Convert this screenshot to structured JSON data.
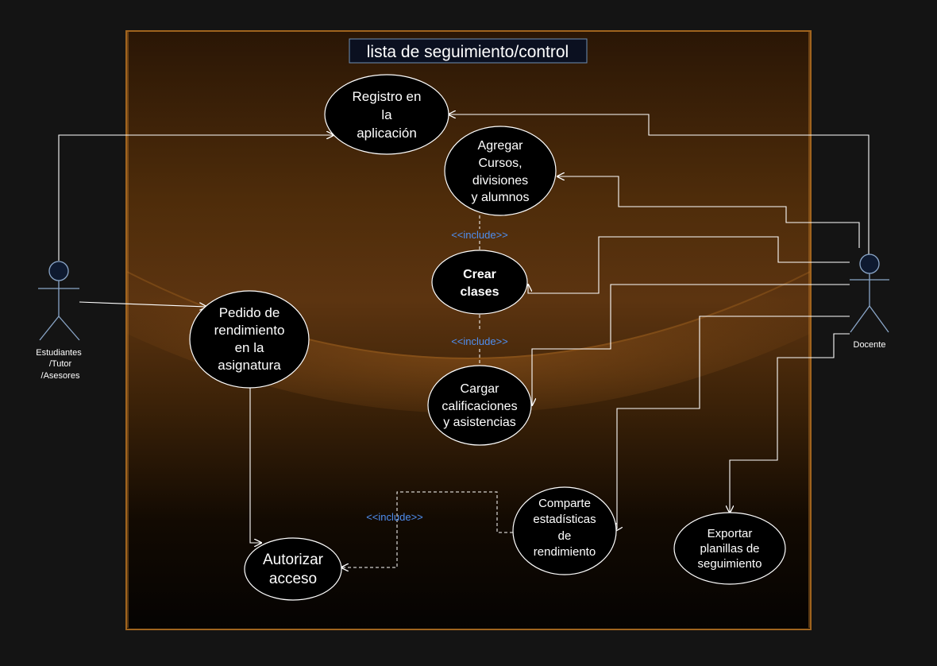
{
  "title": "lista de seguimiento/control",
  "actors": {
    "students": [
      "Estudiantes",
      "/Tutor",
      "/Asesores"
    ],
    "teacher": [
      "Docente"
    ]
  },
  "use_cases": {
    "registro": [
      "Registro en",
      "la",
      "aplicación"
    ],
    "agregar": [
      "Agregar",
      "Cursos,",
      "divisiones",
      "y alumnos"
    ],
    "crear": [
      "Crear",
      "clases"
    ],
    "cargar": [
      "Cargar",
      "calificaciones",
      "y asistencias"
    ],
    "pedido": [
      "Pedido de",
      "rendimiento",
      "en la",
      "asignatura"
    ],
    "autorizar": [
      "Autorizar",
      "acceso"
    ],
    "comparte": [
      "Comparte",
      "estadísticas",
      "de",
      "rendimiento"
    ],
    "exportar": [
      "Exportar",
      "planillas de",
      "seguimiento"
    ]
  },
  "include_labels": {
    "agregar_crear": "<<include>>",
    "crear_cargar": "<<include>>",
    "comparte_autorizar": "<<include>>"
  },
  "colors": {
    "background": "#141414",
    "frame_border": "#a0641e",
    "ellipse_fill": "#000000",
    "ellipse_stroke": "#ffffff",
    "include_label": "#4f8ff0",
    "actor_stroke": "#8aa6c8",
    "actor_head_fill": "#0e1a30"
  }
}
